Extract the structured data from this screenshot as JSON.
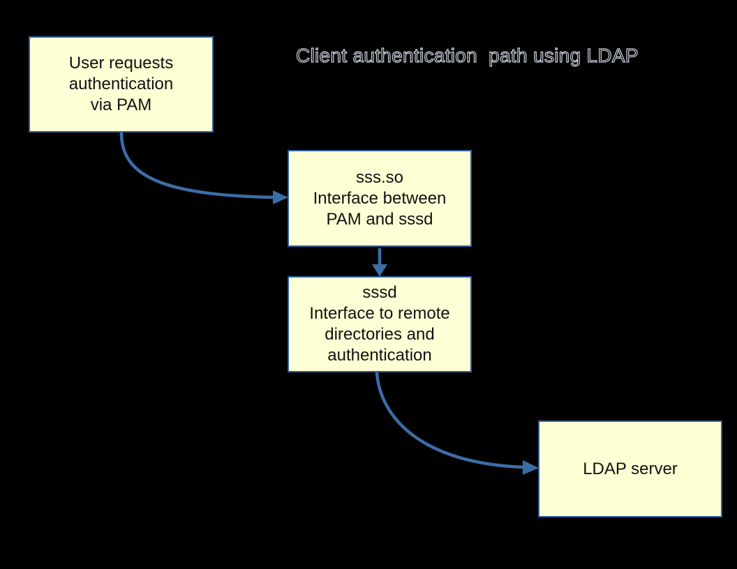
{
  "title": "Client authentication  path using LDAP",
  "diagram": {
    "nodes": [
      {
        "id": "user-request",
        "lines": [
          "User requests",
          "authentication",
          "via PAM"
        ]
      },
      {
        "id": "sss-so",
        "lines": [
          "sss.so",
          "Interface between",
          "PAM and sssd"
        ]
      },
      {
        "id": "sssd",
        "lines": [
          "sssd",
          "Interface to remote",
          "directories and",
          "authentication"
        ]
      },
      {
        "id": "ldap-server",
        "lines": [
          "LDAP server"
        ]
      }
    ],
    "edges": [
      {
        "from": "user-request",
        "to": "sss-so",
        "style": "curved"
      },
      {
        "from": "sss-so",
        "to": "sssd",
        "style": "straight"
      },
      {
        "from": "sssd",
        "to": "ldap-server",
        "style": "curved"
      }
    ]
  },
  "colors": {
    "background": "#000000",
    "node_fill": "#FFFFD6",
    "node_border": "#2E619E",
    "arrow": "#3A6EA8",
    "node_text": "#111111",
    "title_fill": "#000000",
    "title_outline": "#CDD4E0"
  }
}
